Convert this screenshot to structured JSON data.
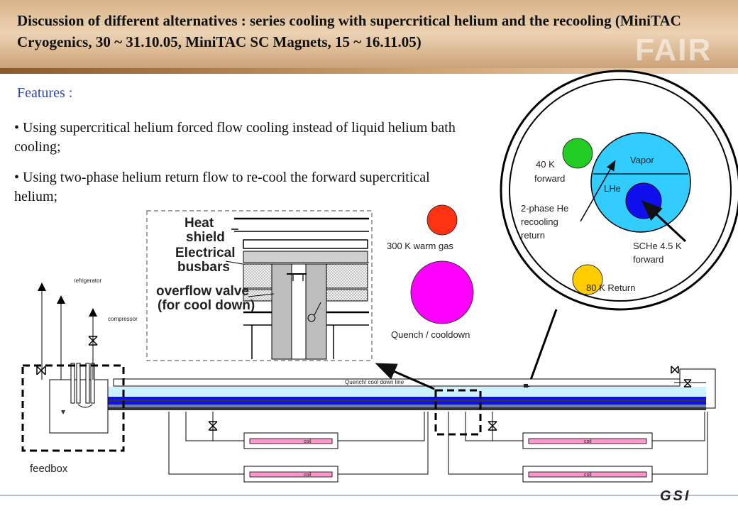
{
  "header": {
    "title": "Discussion of different alternatives : series cooling with supercritical helium and the recooling (MiniTAC Cryogenics, 30 ~ 31.10.05, MiniTAC SC Magnets, 15 ~ 16.11.05)",
    "logo_text": "FAIR"
  },
  "features": {
    "title": "Features :",
    "bullets": [
      "• Using supercritical helium forced flow cooling instead of liquid helium bath cooling;",
      "• Using two-phase helium return flow to re-cool the forward supercritical helium;"
    ]
  },
  "inset": {
    "heat_shield": "Heat",
    "heat_shield_2": "shield",
    "busbars": "Electrical",
    "busbars_2": "busbars",
    "valve": "overflow valve",
    "valve_2": "(for cool down)"
  },
  "legend": {
    "warm_gas": "300 K warm gas",
    "quench": "Quench / cooldown"
  },
  "cross_section": {
    "forward_40k": "40 K",
    "forward_40k_2": "forward",
    "vapor": "Vapor",
    "lhe": "LHe",
    "two_phase": "2-phase He",
    "two_phase_2": "recooling",
    "two_phase_3": "return",
    "schE": "SCHe 4.5 K",
    "schE_2": "forward",
    "return_80k": "80 K Return"
  },
  "schematic": {
    "refrigerator": "refrigerator",
    "compressor": "compressor",
    "quench_line": "Quench/ cool down line",
    "coil": "coil",
    "feedbox": "feedbox"
  },
  "footer": {
    "logo": "GSI"
  },
  "colors": {
    "title_blue": "#3344aa",
    "green": "#22cc22",
    "red": "#ff3311",
    "magenta": "#ff00ff",
    "yellow": "#ffcc00",
    "light_blue": "#33ccff",
    "deep_blue": "#1010ee",
    "coil_pink": "#ff99cc"
  }
}
